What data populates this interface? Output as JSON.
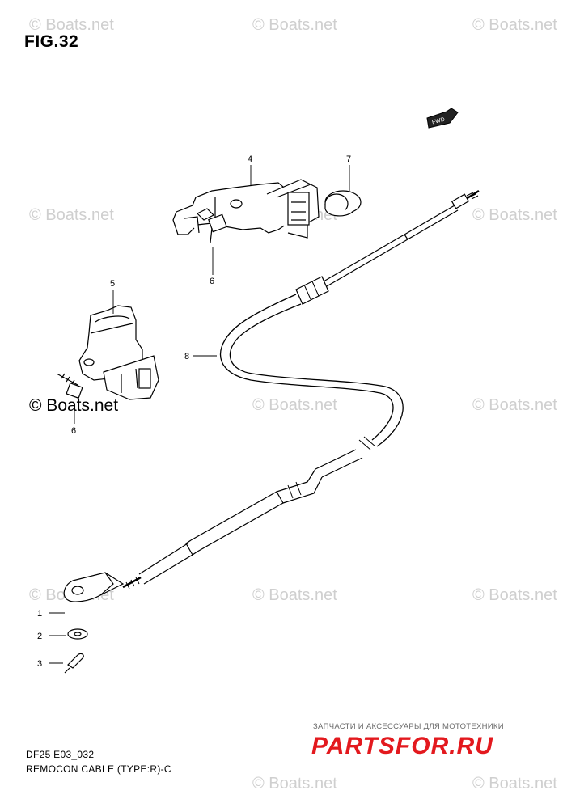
{
  "figure": {
    "title": "FIG.32"
  },
  "watermark": {
    "text": "© Boats.net"
  },
  "direction_tag": "FWD",
  "callouts": {
    "p1": "1",
    "p2": "2",
    "p3": "3",
    "p4": "4",
    "p5": "5",
    "p6a": "6",
    "p6b": "6",
    "p7": "7",
    "p8": "8"
  },
  "footer": {
    "diagram_code": "DF25 E03_032",
    "caption": "REMOCON CABLE (TYPE:R)-C"
  },
  "shop": {
    "tagline": "ЗАПЧАСТИ И АКСЕССУАРЫ ДЛЯ МОТОТЕХНИКИ",
    "logo": "PARTSFOR.RU",
    "logo_color": "#e3191e"
  }
}
